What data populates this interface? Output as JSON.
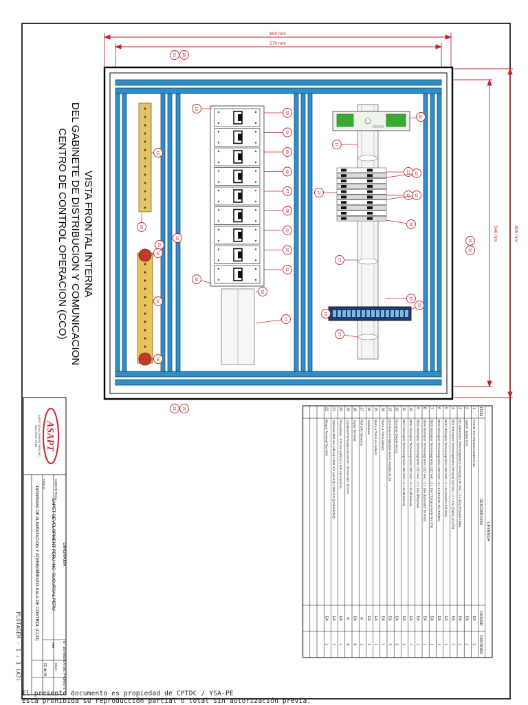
{
  "drawing": {
    "title_lines": [
      "VISTA FRONTAL INTERNA",
      "DEL GABINETE DE DISTRIBUCION Y COMUNICACION",
      "CENTRO DE CONTROL OPERACION (CCO)"
    ],
    "dim_width_outer": "600 mm",
    "dim_width_inner": "570 mm",
    "dim_height_outer": "600 mm",
    "dim_height_inner": "540 mm",
    "callouts": {
      "c20": "20",
      "c21": "21",
      "c19": "19",
      "c15": "15",
      "c16": "16",
      "c14": "14",
      "c18": "18",
      "c17": "17",
      "c22": "22",
      "c12": "12",
      "c13": "13",
      "c01": "01",
      "c02": "02",
      "breakers": [
        "03",
        "04",
        "05",
        "06",
        "07",
        "08",
        "09",
        "10",
        "11"
      ]
    }
  },
  "legend": {
    "title": "LEYENDA",
    "headers": {
      "item": "ITEM",
      "description": "DESCRIPCION",
      "unit": "UNIDAD",
      "qty": "CANTIDAD"
    },
    "rows": [
      {
        "item": "1",
        "description": "Fuente Trio-PS/1AC/24VDC/2.5A",
        "unit": "EA",
        "qty": "1"
      },
      {
        "item": "2",
        "description": "Switch Spider 8TX",
        "unit": "EA",
        "qty": "1"
      },
      {
        "item": "3",
        "description": "BC Interruptor Termomagnetico Principal 220 VAC / 2 x 32A (Entrada Tofle)",
        "unit": "EA",
        "qty": "1"
      },
      {
        "item": "4",
        "description": "B01 Interruptor Termomagnetico Principal 220 VAC / 2 x 32A (Salida al UPS)",
        "unit": "EA",
        "qty": "1"
      },
      {
        "item": "5",
        "description": "BK1 Interruptor Termomagnetico 220 VAC / 2 x 6A (Switch+Fnt 100)",
        "unit": "EA",
        "qty": "1"
      },
      {
        "item": "6",
        "description": "BK2 Interruptor Termomagnetico 220 VAC / 2 x 6A (Fuente Trio-PS/DC)",
        "unit": "EA",
        "qty": "1"
      },
      {
        "item": "7",
        "description": "BK3 Interruptor Termomagnetico 220 VAC / 2 x 10A (Tomacorriente Nro PS)",
        "unit": "EA",
        "qty": "1"
      },
      {
        "item": "8",
        "description": "BK4 Interruptor Termomagnetico 220 VAC / 2 x 16A (Operador de Piso)",
        "unit": "EA",
        "qty": "1"
      },
      {
        "item": "9",
        "description": "BK5 Interruptor Termomagnetico 220 VAC / 2 x 16A (Reserva)",
        "unit": "EA",
        "qty": "1"
      },
      {
        "item": "10",
        "description": "BK6 Interruptor Termomagnetico 220 VAC / 2 x 6A (Reserva)",
        "unit": "EA",
        "qty": "1"
      },
      {
        "item": "11",
        "description": "BK7 Interruptor Termomagnetico 220 VAC / 2 x 6A (Reserva)",
        "unit": "EA",
        "qty": "1"
      },
      {
        "item": "12",
        "description": "Borneras Simple 4mm2",
        "unit": "EA",
        "qty": "5"
      },
      {
        "item": "13",
        "description": "Borneras Portafusible 4mm2 Fusible de 2A",
        "unit": "EA",
        "qty": "5"
      },
      {
        "item": "14",
        "description": "Barra a Tierra Aislado",
        "unit": "EA",
        "qty": "1"
      },
      {
        "item": "15",
        "description": "Barra a Tierra no Aislado",
        "unit": "EA",
        "qty": "1"
      },
      {
        "item": "16",
        "description": "Aisladores",
        "unit": "EA",
        "qty": "2"
      },
      {
        "item": "17",
        "description": "Riel DIN Simetrico",
        "unit": "m",
        "qty": "1"
      },
      {
        "item": "18",
        "description": "Topes Terminal",
        "unit": "EA",
        "qty": "8"
      },
      {
        "item": "19",
        "description": "Canaleta Ranurada Gris Ancho: 30 mm Alto: 80 mm",
        "unit": "m",
        "qty": "4"
      },
      {
        "item": "20",
        "description": "Placa Base - 570 mm (altura) x 540 mm (ancho)",
        "unit": "EA",
        "qty": "1"
      },
      {
        "item": "21",
        "description": "Gabinete 600 mm (altura) x 600 mm (ancho) x 250 mm (profundidad)",
        "unit": "EA",
        "qty": "1"
      },
      {
        "item": "22",
        "description": "Bloque Terminal Tipo IDC",
        "unit": "EA",
        "qty": "1"
      }
    ],
    "empty_rows": 3
  },
  "title_block": {
    "logo_text": "ASAPT",
    "company_line1": "SAPET DEVELOPMENT PERU INC.",
    "company_line2": "SUCURSAL PERU",
    "label_diagrama": "DIAGRAMA",
    "doc_number": "N°: 402-0000-DAI-001_P-03",
    "rev": "REV: 0",
    "label_cliente": "CLIENTE FINAL:",
    "client": "SAPET DEVELOPMENT PERU INC. SUCURSAL PERU",
    "hoja_label": "HOJA",
    "hoja_value": "03 de 06",
    "unit_label": "mm",
    "label_titulo": "TITULO:",
    "title": "DIAGRAMA DE ALIMENTACION Y ATERRAMIENTO-SALA DE CONTROL (CCO)",
    "scale": "PLOTAGEM - 1 : 1 (A3)"
  },
  "footer": {
    "line1": "El presente documento es propiedad de CPTDC / YSA-PE",
    "line2": "Está prohibida su reproducción parcial o total sin autorización previa."
  }
}
